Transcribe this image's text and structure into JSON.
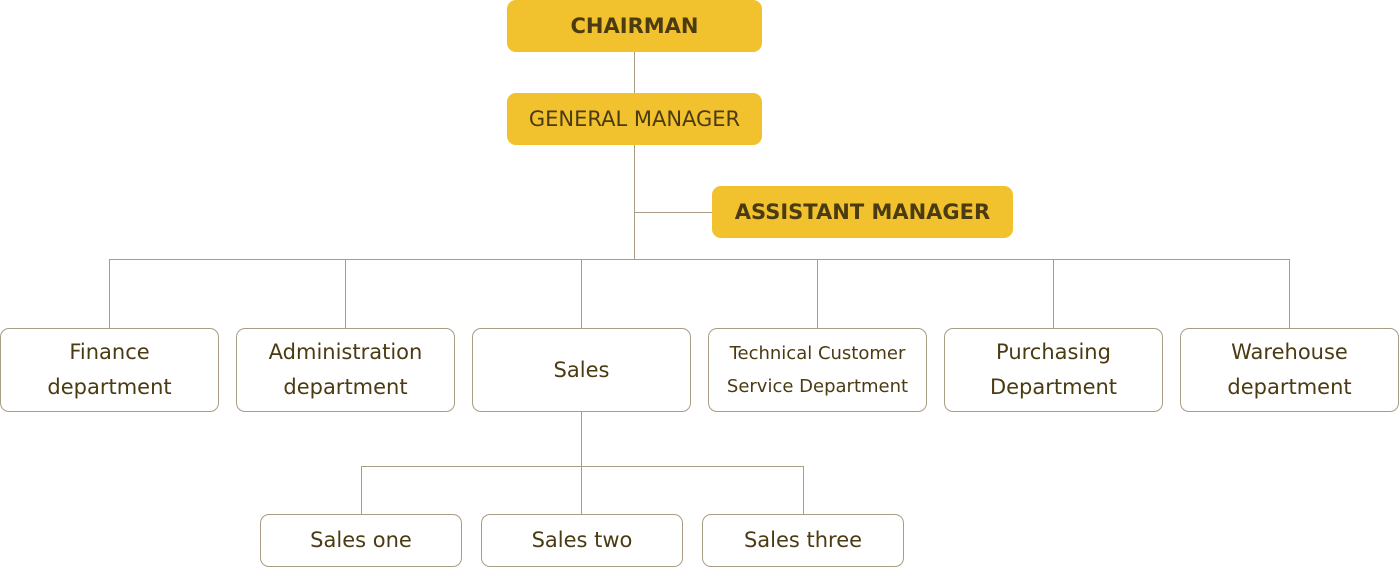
{
  "chairman": "CHAIRMAN",
  "general_manager": "GENERAL MANAGER",
  "assistant_manager": "ASSISTANT MANAGER",
  "departments": [
    {
      "line1": "Finance",
      "line2": "department"
    },
    {
      "line1": "Administration",
      "line2": "department"
    },
    {
      "line1": "Sales",
      "line2": ""
    },
    {
      "line1": "Technical Customer",
      "line2": "Service Department"
    },
    {
      "line1": "Purchasing",
      "line2": "Department"
    },
    {
      "line1": "Warehouse",
      "line2": "department"
    }
  ],
  "sales_teams": [
    "Sales one",
    "Sales two",
    "Sales three"
  ],
  "colors": {
    "accent": "#f2c12e",
    "line": "#a99d86",
    "text": "#4b3b12"
  }
}
